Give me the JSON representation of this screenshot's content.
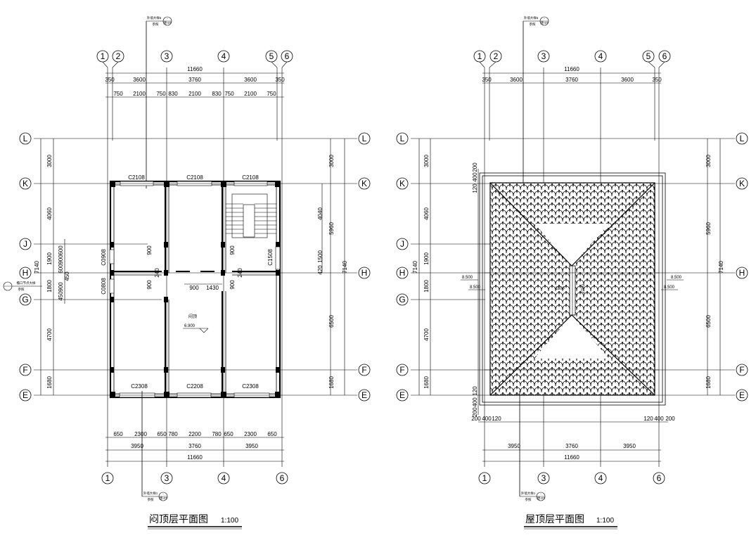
{
  "plans": [
    {
      "title": "闷顶层平面图",
      "scale": "1:100",
      "top_axes": [
        "1",
        "2",
        "3",
        "4",
        "5",
        "6"
      ],
      "bottom_axes": [
        "1",
        "3",
        "4",
        "6"
      ],
      "side_axes": [
        "L",
        "K",
        "J",
        "H",
        "G",
        "F",
        "E"
      ],
      "top_dims_overall": "11660",
      "top_dims_bays": [
        "350",
        "3600",
        "3760",
        "3600",
        "350"
      ],
      "top_dims_openings": [
        "750",
        "2100",
        "750",
        "830",
        "2100",
        "830",
        "750",
        "2100",
        "750"
      ],
      "bottom_dims_openings": [
        "650",
        "2300",
        "650",
        "780",
        "2200",
        "780",
        "650",
        "2300",
        "650"
      ],
      "bottom_dims_bays": [
        "3950",
        "3760",
        "3950"
      ],
      "bottom_dims_overall": "11660",
      "left_dims_bays": [
        "3000",
        "4060",
        "1900",
        "1800",
        "4700",
        "1680"
      ],
      "left_dims_overall": "7140",
      "left_dims_openings": [
        "600",
        "900",
        "600",
        "450",
        "900",
        "450"
      ],
      "right_dims_bays": [
        "3000",
        "4040",
        "1500",
        "420",
        "6500",
        "1680"
      ],
      "right_dims_mid": [
        "5960",
        "7140"
      ],
      "windows_top": [
        "C2108",
        "C2108",
        "C2108"
      ],
      "windows_bottom": [
        "C2308",
        "C2208",
        "C2308"
      ],
      "windows_left": [
        "C0908",
        "C0808"
      ],
      "window_right": "C1508",
      "inner_dims": [
        "900",
        "900",
        "240",
        "900",
        "1430",
        "900",
        "240",
        "900"
      ],
      "room_label": "闷顶",
      "room_elev": "6.900",
      "callout_top": [
        "外墙大样5",
        "参照"
      ],
      "callout_bottom": [
        "外墙大样1",
        "参照"
      ],
      "callout_left": [
        "檐口节点大样",
        "参照"
      ],
      "callout_codes": [
        "-",
        "建-07"
      ]
    },
    {
      "title": "屋顶层平面图",
      "scale": "1:100",
      "top_axes": [
        "1",
        "2",
        "3",
        "4",
        "5",
        "6"
      ],
      "bottom_axes": [
        "1",
        "3",
        "4",
        "6"
      ],
      "side_axes": [
        "L",
        "K",
        "J",
        "H",
        "G",
        "F",
        "E"
      ],
      "top_dims_overall": "11660",
      "top_dims_bays": [
        "350",
        "3600",
        "3760",
        "3600",
        "350"
      ],
      "bottom_dims_bays": [
        "3950",
        "3760",
        "3950"
      ],
      "bottom_dims_overall": "11660",
      "bottom_dims_eave": [
        "200",
        "400",
        "120",
        "120",
        "400",
        "200"
      ],
      "left_dims_bays": [
        "3000",
        "4060",
        "1900",
        "1800",
        "4700",
        "1680"
      ],
      "left_dims_overall": "7140",
      "left_dims_eave": [
        "120",
        "400",
        "200",
        "200",
        "400",
        "120"
      ],
      "right_dims_bays": [
        "3000",
        "5960",
        "6500",
        "1680"
      ],
      "right_dims_overall": "7140",
      "elevations": [
        "8.500",
        "8.500",
        "8.500",
        "8.500"
      ],
      "ridge_labels": [
        "1800",
        "2700"
      ],
      "callout_top": [
        "外墙大样5",
        "参照"
      ],
      "callout_bottom": [
        "外墙大样1",
        "参照"
      ],
      "callout_codes": [
        "-",
        "建-07"
      ]
    }
  ]
}
